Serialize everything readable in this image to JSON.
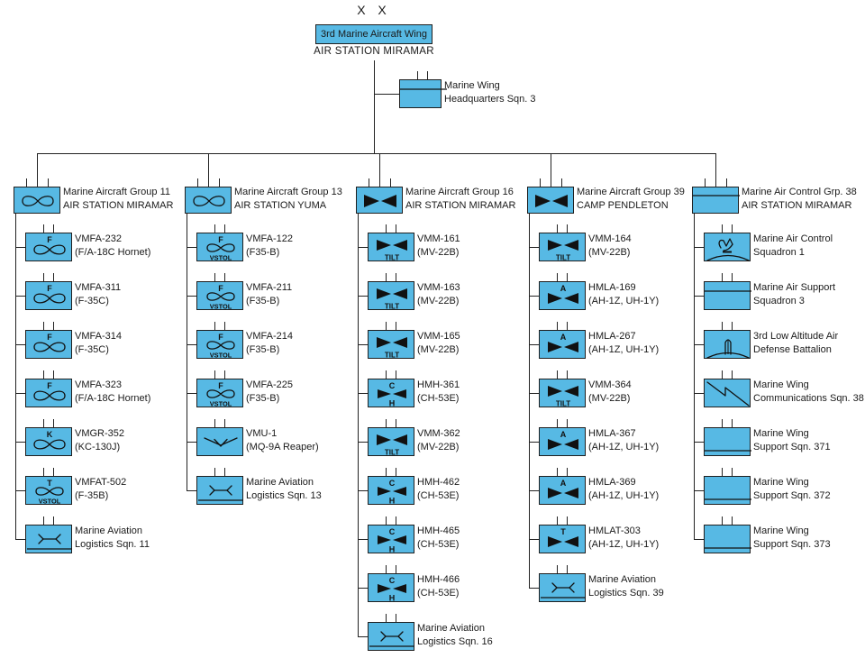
{
  "colors": {
    "box_fill": "#57B9E4",
    "box_border": "#1f1f1f",
    "line_color": "#222222",
    "text_color": "#1a1a1a"
  },
  "wing": {
    "echelon": "X X",
    "name": "3rd Marine Aircraft Wing",
    "location": "AIR STATION MIRAMAR"
  },
  "hq": {
    "line1": "Marine Wing",
    "line2": "Headquarters Sqn. 3",
    "symbol": "hq-bar-top"
  },
  "groups": [
    {
      "name": "Marine Aircraft Group 11",
      "location": "AIR STATION MIRAMAR",
      "symbol": "fixed-wing",
      "units": [
        {
          "line1": "VMFA-232",
          "line2": "(F/A-18C Hornet)",
          "symbol": "fixed-wing",
          "top": "F"
        },
        {
          "line1": "VMFA-311",
          "line2": "(F-35C)",
          "symbol": "fixed-wing",
          "top": "F"
        },
        {
          "line1": "VMFA-314",
          "line2": "(F-35C)",
          "symbol": "fixed-wing",
          "top": "F"
        },
        {
          "line1": "VMFA-323",
          "line2": "(F/A-18C Hornet)",
          "symbol": "fixed-wing",
          "top": "F"
        },
        {
          "line1": "VMGR-352",
          "line2": "(KC-130J)",
          "symbol": "fixed-wing",
          "top": "K"
        },
        {
          "line1": "VMFAT-502",
          "line2": "(F-35B)",
          "symbol": "fixed-wing",
          "top": "T",
          "bottom": "VSTOL"
        },
        {
          "line1": "Marine Aviation",
          "line2": "Logistics Sqn. 11",
          "symbol": "maintenance"
        }
      ]
    },
    {
      "name": "Marine Aircraft Group 13",
      "location": "AIR STATION YUMA",
      "symbol": "fixed-wing",
      "units": [
        {
          "line1": "VMFA-122",
          "line2": "(F35-B)",
          "symbol": "fixed-wing",
          "top": "F",
          "bottom": "VSTOL"
        },
        {
          "line1": "VMFA-211",
          "line2": "(F35-B)",
          "symbol": "fixed-wing",
          "top": "F",
          "bottom": "VSTOL"
        },
        {
          "line1": "VMFA-214",
          "line2": "(F35-B)",
          "symbol": "fixed-wing",
          "top": "F",
          "bottom": "VSTOL"
        },
        {
          "line1": "VMFA-225",
          "line2": "(F35-B)",
          "symbol": "fixed-wing",
          "top": "F",
          "bottom": "VSTOL"
        },
        {
          "line1": "VMU-1",
          "line2": "(MQ-9A Reaper)",
          "symbol": "uav"
        },
        {
          "line1": "Marine Aviation",
          "line2": "Logistics Sqn. 13",
          "symbol": "maintenance"
        }
      ]
    },
    {
      "name": "Marine Aircraft Group 16",
      "location": "AIR STATION MIRAMAR",
      "symbol": "rotary",
      "units": [
        {
          "line1": "VMM-161",
          "line2": "(MV-22B)",
          "symbol": "rotary",
          "bottom": "TILT"
        },
        {
          "line1": "VMM-163",
          "line2": "(MV-22B)",
          "symbol": "rotary",
          "bottom": "TILT"
        },
        {
          "line1": "VMM-165",
          "line2": "(MV-22B)",
          "symbol": "rotary",
          "bottom": "TILT"
        },
        {
          "line1": "HMH-361",
          "line2": "(CH-53E)",
          "symbol": "rotary",
          "top": "C",
          "bottom": "H"
        },
        {
          "line1": "VMM-362",
          "line2": "(MV-22B)",
          "symbol": "rotary",
          "bottom": "TILT"
        },
        {
          "line1": "HMH-462",
          "line2": "(CH-53E)",
          "symbol": "rotary",
          "top": "C",
          "bottom": "H"
        },
        {
          "line1": "HMH-465",
          "line2": "(CH-53E)",
          "symbol": "rotary",
          "top": "C",
          "bottom": "H"
        },
        {
          "line1": "HMH-466",
          "line2": "(CH-53E)",
          "symbol": "rotary",
          "top": "C",
          "bottom": "H"
        },
        {
          "line1": "Marine Aviation",
          "line2": "Logistics Sqn. 16",
          "symbol": "maintenance"
        }
      ]
    },
    {
      "name": "Marine Aircraft Group 39",
      "location": "CAMP PENDLETON",
      "symbol": "rotary",
      "units": [
        {
          "line1": "VMM-164",
          "line2": "(MV-22B)",
          "symbol": "rotary",
          "bottom": "TILT"
        },
        {
          "line1": "HMLA-169",
          "line2": "(AH-1Z, UH-1Y)",
          "symbol": "rotary",
          "top": "A"
        },
        {
          "line1": "HMLA-267",
          "line2": "(AH-1Z, UH-1Y)",
          "symbol": "rotary",
          "top": "A"
        },
        {
          "line1": "VMM-364",
          "line2": "(MV-22B)",
          "symbol": "rotary",
          "bottom": "TILT"
        },
        {
          "line1": "HMLA-367",
          "line2": "(AH-1Z, UH-1Y)",
          "symbol": "rotary",
          "top": "A"
        },
        {
          "line1": "HMLA-369",
          "line2": "(AH-1Z, UH-1Y)",
          "symbol": "rotary",
          "top": "A"
        },
        {
          "line1": "HMLAT-303",
          "line2": "(AH-1Z, UH-1Y)",
          "symbol": "rotary",
          "top": "T"
        },
        {
          "line1": "Marine Aviation",
          "line2": "Logistics Sqn. 39",
          "symbol": "maintenance"
        }
      ]
    },
    {
      "name": "Marine Air Control Grp. 38",
      "location": "AIR STATION MIRAMAR",
      "symbol": "hq-bar-top",
      "units": [
        {
          "line1": "Marine Air Control",
          "line2": "Squadron 1",
          "symbol": "air-control"
        },
        {
          "line1": "Marine Air Support",
          "line2": "Squadron 3",
          "symbol": "hq-bar-top"
        },
        {
          "line1": "3rd Low Altitude Air",
          "line2": "Defense Battalion",
          "symbol": "air-defense"
        },
        {
          "line1": "Marine Wing",
          "line2": "Communications Sqn. 38",
          "symbol": "comms"
        },
        {
          "line1": "Marine Wing",
          "line2": "Support Sqn. 371",
          "symbol": "support"
        },
        {
          "line1": "Marine Wing",
          "line2": "Support Sqn. 372",
          "symbol": "support"
        },
        {
          "line1": "Marine Wing",
          "line2": "Support Sqn. 373",
          "symbol": "support"
        }
      ]
    }
  ]
}
